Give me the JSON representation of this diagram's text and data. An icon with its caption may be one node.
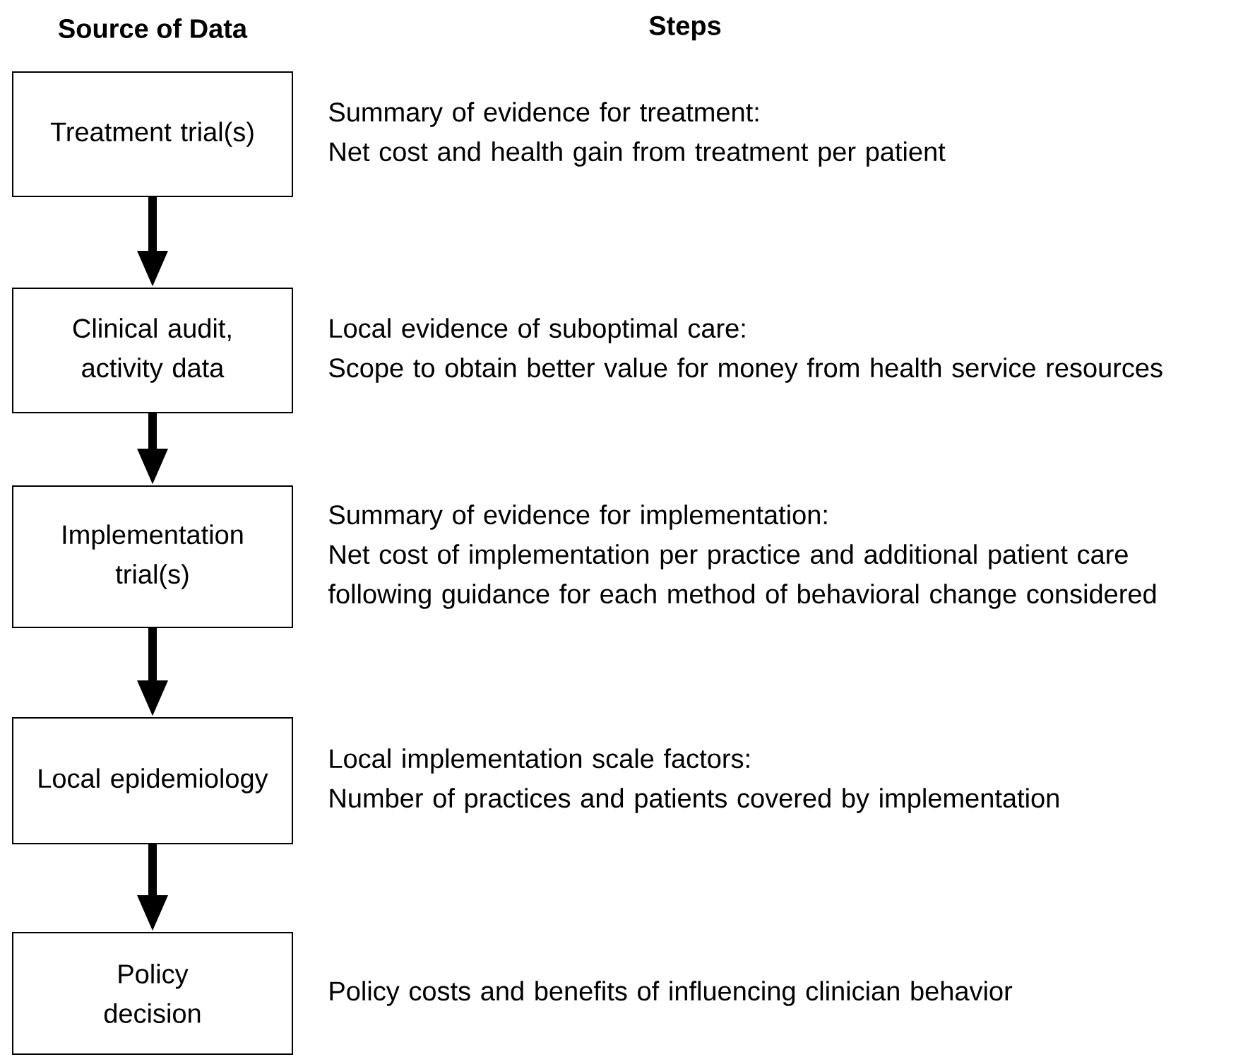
{
  "diagram": {
    "nodes": [
      {
        "text": [
          "Treatment trial(s)"
        ],
        "beside": [
          "Summary of evidence for treatment:",
          "Net cost and health gain from treatment per patient"
        ]
      },
      {
        "text": [
          "Clinical audit, activity data"
        ],
        "beside": [
          "Local evidence of suboptimal care:",
          "Scope to obtain better value for money from health service resources"
        ]
      },
      {
        "text": [
          "Implementation trial(s)"
        ],
        "beside": [
          "Summary of evidence for implementation:",
          "Net cost of implementation per practice and additional patient care following guidance for each method of behavioral change considered"
        ]
      },
      {
        "text": [
          "Local epidemiology"
        ],
        "beside": [
          "Local implementation scale factors:",
          "Number of practices and patients covered by implementation"
        ]
      },
      {
        "text": [
          "Policy decision"
        ],
        "beside": [
          "Policy costs and benefits of influencing clinician behavior"
        ]
      }
    ],
    "edges": [
      {
        "from": 0,
        "to": 1,
        "arrow": "to"
      },
      {
        "from": 1,
        "to": 2,
        "arrow": "to"
      },
      {
        "from": 2,
        "to": 3,
        "arrow": "to"
      },
      {
        "from": 3,
        "to": 4,
        "arrow": "to"
      }
    ],
    "labels": [
      "Source of Data",
      "Steps"
    ]
  }
}
